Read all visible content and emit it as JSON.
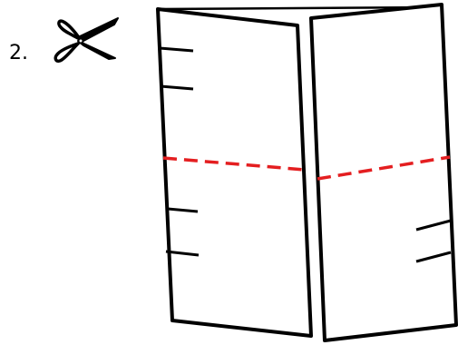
{
  "step": {
    "label": "2."
  },
  "icons": {
    "scissors": "scissors-icon"
  },
  "colors": {
    "outline": "#000000",
    "cut_line": "#e41e20",
    "background": "#ffffff"
  },
  "diagram": {
    "left_panel_tick_marks": 4,
    "right_panel_tick_marks": 2
  }
}
